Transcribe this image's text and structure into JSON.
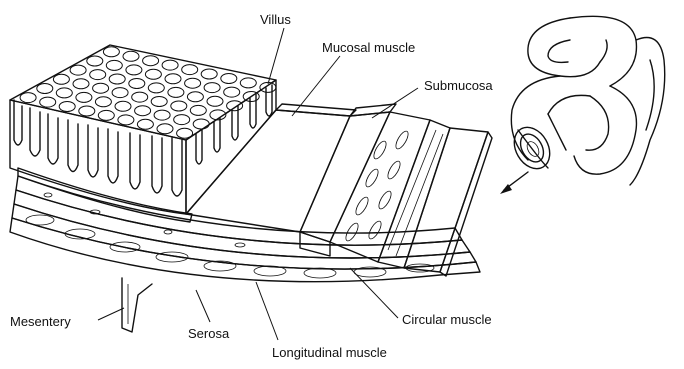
{
  "labels": {
    "villus": "Villus",
    "mucosal_muscle": "Mucosal muscle",
    "submucosa": "Submucosa",
    "mesentery": "Mesentery",
    "serosa": "Serosa",
    "longitudinal_muscle": "Longitudinal muscle",
    "circular_muscle": "Circular muscle"
  },
  "colors": {
    "ink": "#111111",
    "muscle_fill": "#7a7a7a",
    "background": "#ffffff"
  }
}
